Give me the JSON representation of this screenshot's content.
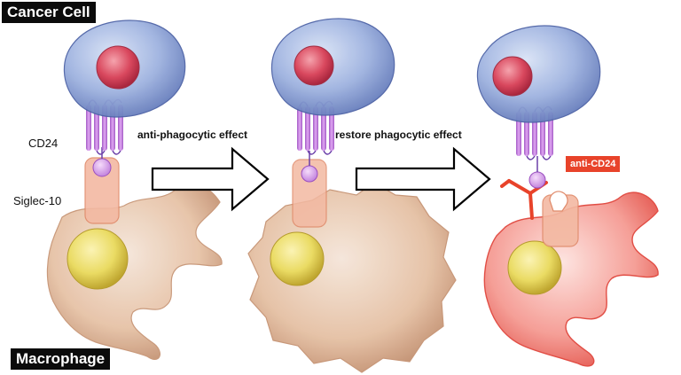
{
  "labels": {
    "cancer_cell": "Cancer Cell",
    "macrophage": "Macrophage",
    "cd24": "CD24",
    "siglec10": "Siglec-10",
    "anti_phago": "anti-phagocytic effect",
    "restore_phago": "restore phagocytic effect",
    "anti_cd24": "anti-CD24"
  },
  "colors": {
    "cancer_cell_fill": "#8da6d8",
    "nucleus_red": "#d9485e",
    "membrane_purple": "#b86ad6",
    "macrophage_fill": "#e3b89b",
    "macrophage_nucleus": "#e9d24e",
    "siglec_fill": "#f3b9a2",
    "antibody_red": "#e8432a",
    "macrophage_active": "#f06a6a"
  }
}
